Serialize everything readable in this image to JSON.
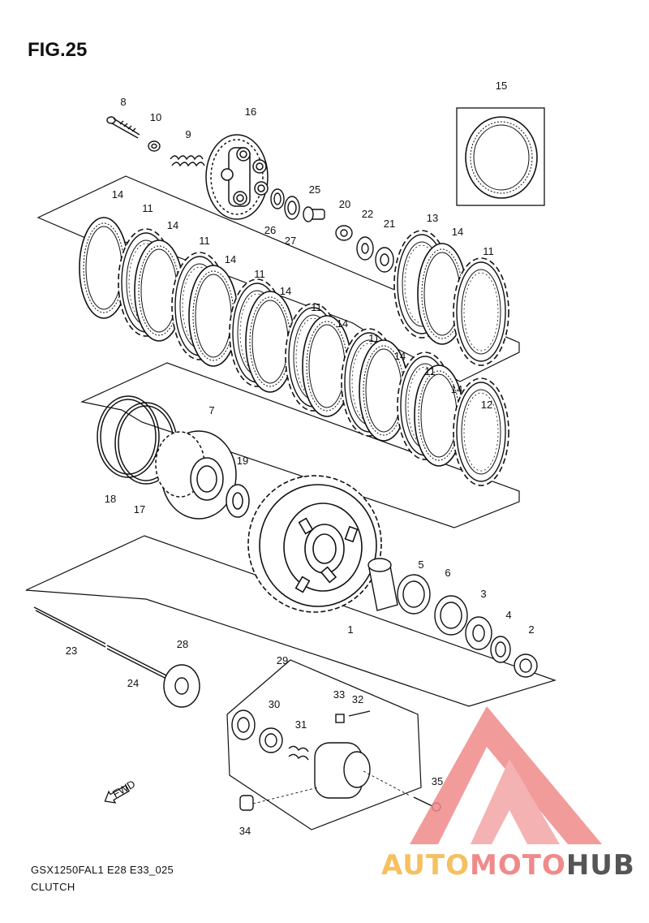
{
  "figure": {
    "title": "FIG.25",
    "code": "GSX1250FAL1 E28 E33_025",
    "name": "CLUTCH"
  },
  "fwd_label": "FWD",
  "watermark": {
    "part1": "AUTO",
    "part2": "MOTO",
    "part3": "HUB",
    "color": "#f08a8a"
  },
  "parts": [
    {
      "ref": "1"
    },
    {
      "ref": "2"
    },
    {
      "ref": "3"
    },
    {
      "ref": "4"
    },
    {
      "ref": "5"
    },
    {
      "ref": "6"
    },
    {
      "ref": "7"
    },
    {
      "ref": "8"
    },
    {
      "ref": "9"
    },
    {
      "ref": "10"
    },
    {
      "ref": "11"
    },
    {
      "ref": "12"
    },
    {
      "ref": "13"
    },
    {
      "ref": "14"
    },
    {
      "ref": "15"
    },
    {
      "ref": "16"
    },
    {
      "ref": "17"
    },
    {
      "ref": "18"
    },
    {
      "ref": "19"
    },
    {
      "ref": "20"
    },
    {
      "ref": "21"
    },
    {
      "ref": "22"
    },
    {
      "ref": "23"
    },
    {
      "ref": "24"
    },
    {
      "ref": "25"
    },
    {
      "ref": "26"
    },
    {
      "ref": "27"
    },
    {
      "ref": "28"
    },
    {
      "ref": "29"
    },
    {
      "ref": "30"
    },
    {
      "ref": "31"
    },
    {
      "ref": "32"
    },
    {
      "ref": "33"
    },
    {
      "ref": "34"
    },
    {
      "ref": "35"
    }
  ]
}
